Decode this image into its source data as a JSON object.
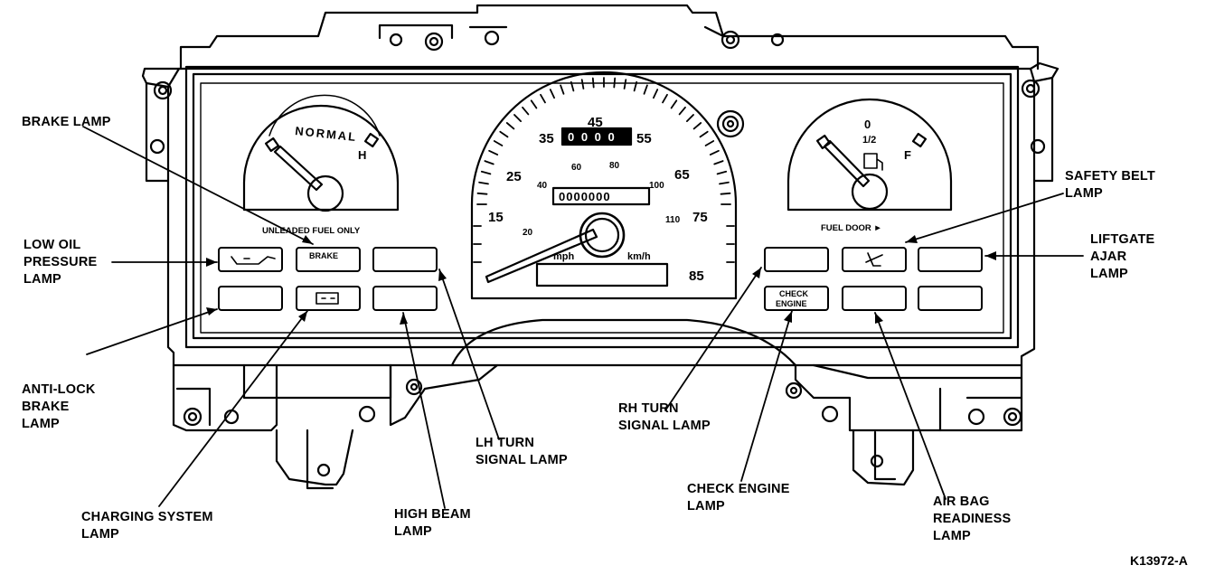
{
  "figure_id": "K13972-A",
  "callouts": {
    "brake_lamp": "BRAKE LAMP",
    "low_oil_pressure_lamp": "LOW OIL\nPRESSURE\nLAMP",
    "anti_lock_brake_lamp": "ANTI-LOCK\nBRAKE\nLAMP",
    "charging_system_lamp": "CHARGING SYSTEM\nLAMP",
    "high_beam_lamp": "HIGH BEAM\nLAMP",
    "lh_turn_signal_lamp": "LH TURN\nSIGNAL LAMP",
    "rh_turn_signal_lamp": "RH TURN\nSIGNAL LAMP",
    "check_engine_lamp": "CHECK ENGINE\nLAMP",
    "air_bag_readiness_lamp": "AIR BAG\nREADINESS\nLAMP",
    "safety_belt_lamp": "SAFETY BELT\nLAMP",
    "liftgate_ajar_lamp": "LIFTGATE\nAJAR\nLAMP"
  },
  "cluster": {
    "temp_gauge": {
      "arc_label": "NORMAL",
      "high_mark": "H"
    },
    "fuel_note": "UNLEADED FUEL ONLY",
    "fuel_gauge": {
      "empty_mark": "0",
      "half_mark": "1/2",
      "full_mark": "F"
    },
    "fuel_door": "FUEL DOOR ►",
    "speedometer": {
      "mph_ticks": [
        "15",
        "25",
        "35",
        "45",
        "55",
        "65",
        "75",
        "85"
      ],
      "kmh_ticks": [
        "20",
        "40",
        "60",
        "80",
        "100",
        "110"
      ],
      "odometer": "0 0 0 0",
      "trip": "0000000",
      "mph_unit": "mph",
      "kmh_unit": "km/h"
    },
    "lamp_labels": {
      "brake": "BRAKE",
      "check_engine_line1": "CHECK",
      "check_engine_line2": "ENGINE"
    }
  }
}
